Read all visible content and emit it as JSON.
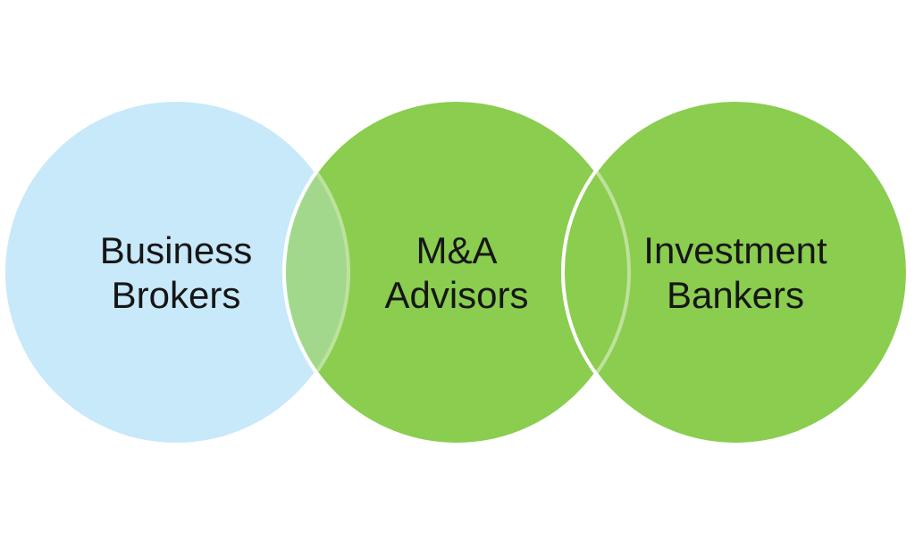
{
  "page": {
    "background_color": "#ffffff"
  },
  "diagram": {
    "type": "venn-3-circle",
    "stroke_color": "#ffffff",
    "text_color": "#161616",
    "circles": [
      {
        "id": "business-brokers",
        "label_line1": "Business",
        "label_line2": "Brokers",
        "fill": "#c7e9f9"
      },
      {
        "id": "ma-advisors",
        "label_line1": "M&A",
        "label_line2": "Advisors",
        "fill": "#8acd4f"
      },
      {
        "id": "investment-bankers",
        "label_line1": "Investment",
        "label_line2": "Bankers",
        "fill": "#8acd4f"
      }
    ],
    "overlaps": {
      "blue_green_lens_fill": "#a2d88c",
      "arc_under_green_fill": "#bee29c"
    }
  }
}
